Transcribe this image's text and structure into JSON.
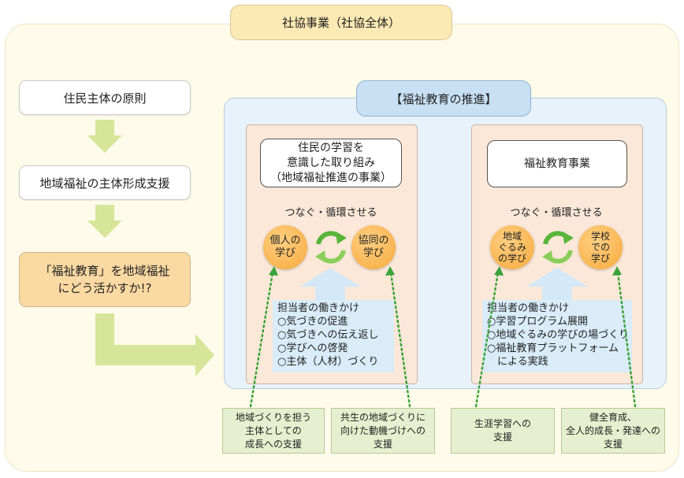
{
  "title": "社協事業（社協全体）",
  "left_flow": {
    "principle": "住民主体の原則",
    "support": "地域福祉の主体形成支援",
    "question_line1": "「福祉教育」を地域福祉",
    "question_line2": "にどう活かすか!?"
  },
  "promotion": {
    "title": "【福祉教育の推進】",
    "left": {
      "box_line1": "住民の学習を",
      "box_line2": "意識した取り組み",
      "box_line3": "（地域福祉推進の事業）",
      "connect": "つなぐ・循環させる",
      "circle_a_line1": "個人の",
      "circle_a_line2": "学び",
      "circle_b_line1": "協同の",
      "circle_b_line2": "学び",
      "actions": [
        "担当者の働きかけ",
        "○気づきの促進",
        "○気づきへの伝え返し",
        "○学びへの啓発",
        "○主体（人材）づくり"
      ]
    },
    "right": {
      "box": "福祉教育事業",
      "connect": "つなぐ・循環させる",
      "circle_a_line1": "地域",
      "circle_a_line2": "ぐるみ",
      "circle_a_line3": "の学び",
      "circle_b_line1": "学校",
      "circle_b_line2": "での",
      "circle_b_line3": "学び",
      "actions": [
        "担当者の働きかけ",
        "○学習プログラム展開",
        "○地域ぐるみの学びの場づくり",
        "○福祉教育プラットフォーム",
        "　による実践"
      ]
    }
  },
  "goals": [
    {
      "line1": "地域づくりを担う",
      "line2": "主体としての",
      "line3": "成長への支援"
    },
    {
      "line1": "共生の地域づくりに",
      "line2": "向けた動機づけへの",
      "line3": "支援"
    },
    {
      "line1": "生涯学習への",
      "line2": "支援",
      "line3": ""
    },
    {
      "line1": "健全育成、",
      "line2": "全人的成長・発達への",
      "line3": "支援"
    }
  ],
  "colors": {
    "flow_arrow": "#d6e59a",
    "cycle_arrow": "#59b53a",
    "up_arrow": "#d4e8f7",
    "dotted_arrow": "#3aa33a",
    "circle": "#f7b14a"
  },
  "icons": {
    "cycle": "recycle-arrows-icon",
    "flow": "down-arrow-icon"
  }
}
